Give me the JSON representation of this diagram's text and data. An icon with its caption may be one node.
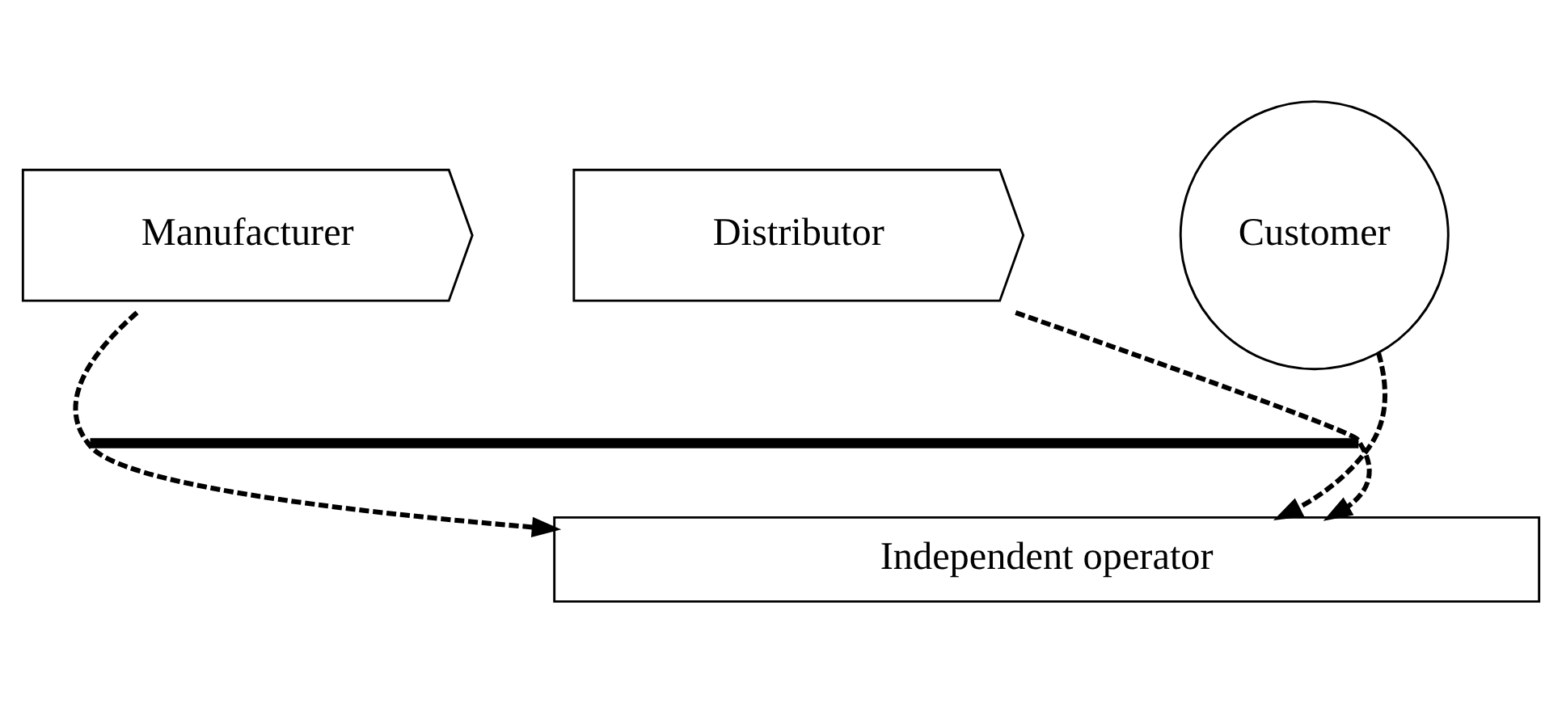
{
  "diagram": {
    "nodes": [
      {
        "text": [
          "Manufacturer"
        ]
      },
      {
        "text": [
          "Distributor"
        ]
      },
      {
        "text": [
          "Customer"
        ]
      },
      {
        "text": [],
        "shape": "bar"
      },
      {
        "text": [
          "Independent operator"
        ]
      }
    ],
    "edges": [
      {
        "from": 0,
        "to": 4,
        "arrow": "to",
        "style": "dashed"
      },
      {
        "from": 1,
        "to": 4,
        "arrow": "to",
        "style": "dashed"
      },
      {
        "from": 2,
        "to": 4,
        "arrow": "to",
        "style": "dashed"
      }
    ]
  }
}
